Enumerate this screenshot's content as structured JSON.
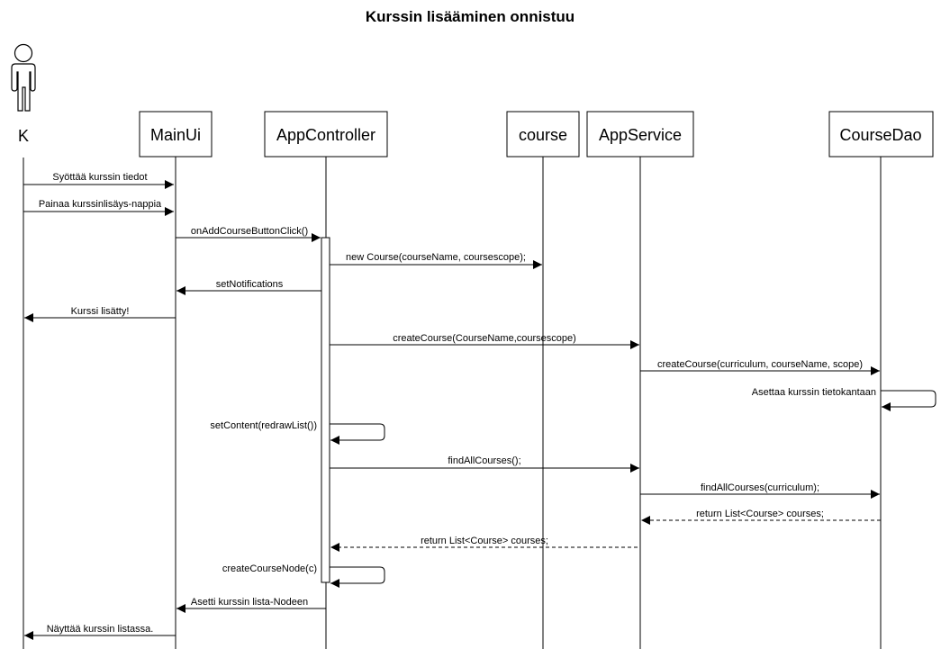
{
  "title": "Kurssin lisääminen onnistuu",
  "actor": {
    "label": "K"
  },
  "participants": {
    "mainui": "MainUi",
    "appcontroller": "AppController",
    "course": "course",
    "appservice": "AppService",
    "coursedao": "CourseDao"
  },
  "messages": {
    "m1": "Syöttää kurssin tiedot",
    "m2": "Painaa kurssinlisäys-nappia",
    "m3": "onAddCourseButtonClick()",
    "m4": "new Course(courseName, coursescope);",
    "m5": "setNotifications",
    "m6": "Kurssi lisätty!",
    "m7": "createCourse(CourseName,coursescope)",
    "m8": "createCourse(curriculum, courseName, scope)",
    "m9": "Asettaa kurssin tietokantaan",
    "m10": "setContent(redrawList())",
    "m11": "findAllCourses();",
    "m12": "findAllCourses(curriculum);",
    "m13": "return List<Course> courses;",
    "m14": "return List<Course> courses;",
    "m15": "createCourseNode(c)",
    "m16": "Asetti kurssin lista-Nodeen",
    "m17": "Näyttää kurssin listassa."
  }
}
